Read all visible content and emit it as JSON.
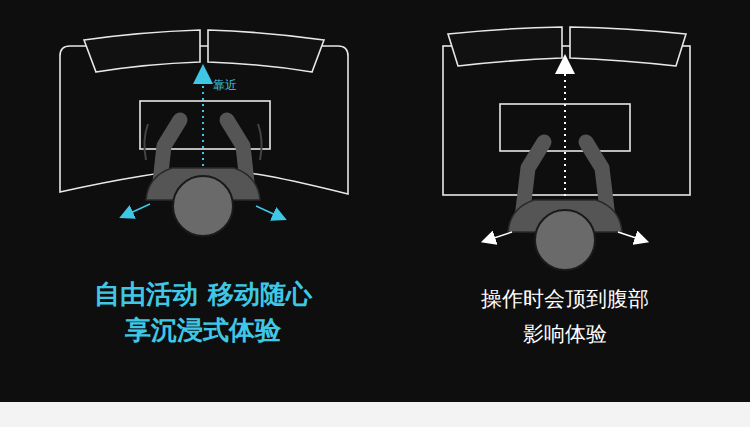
{
  "diagram": {
    "labels": [
      "靠近",
      "自由活动 移动随心 享沉浸式体验",
      "操作时会顶到腹部 影响体验"
    ]
  }
}
